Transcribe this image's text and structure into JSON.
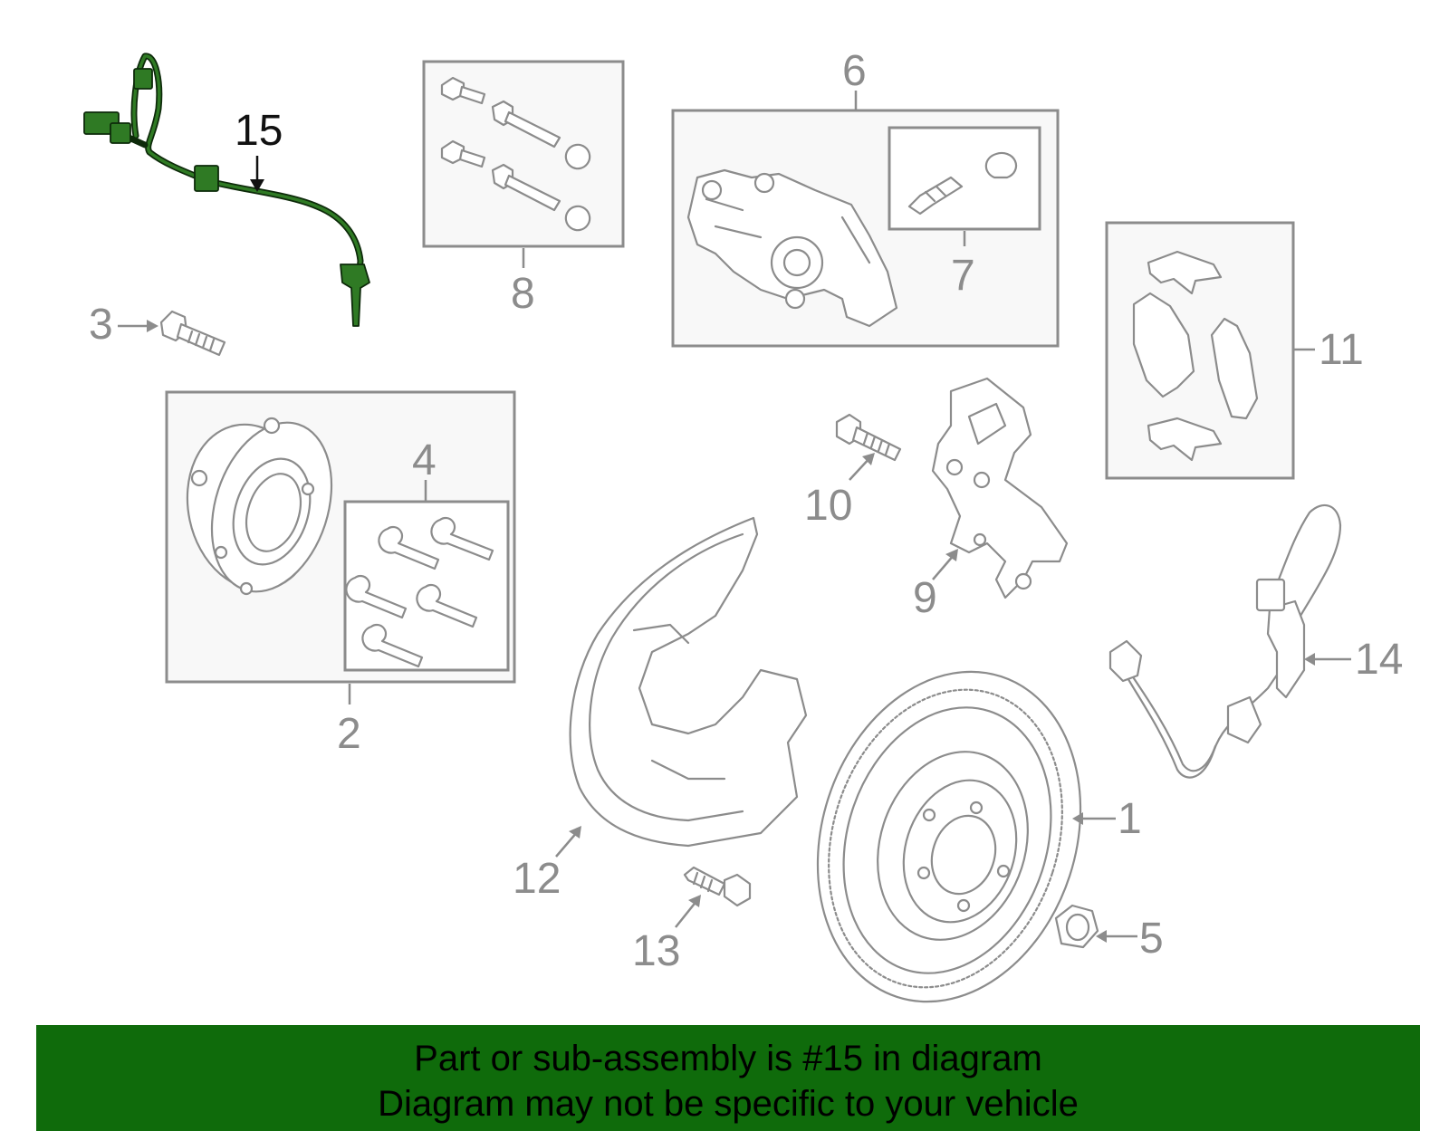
{
  "callouts": {
    "c1": "1",
    "c2": "2",
    "c3": "3",
    "c4": "4",
    "c5": "5",
    "c6": "6",
    "c7": "7",
    "c8": "8",
    "c9": "9",
    "c10": "10",
    "c11": "11",
    "c12": "12",
    "c13": "13",
    "c14": "14",
    "c15": "15"
  },
  "highlighted_part": "15",
  "colors": {
    "highlight": "#2f7a24",
    "banner": "#0f6b0b",
    "line": "#8c8c8c"
  },
  "banner": {
    "line1": "Part or sub-assembly is #15 in diagram",
    "line2": "Diagram may not be specific to your vehicle"
  }
}
